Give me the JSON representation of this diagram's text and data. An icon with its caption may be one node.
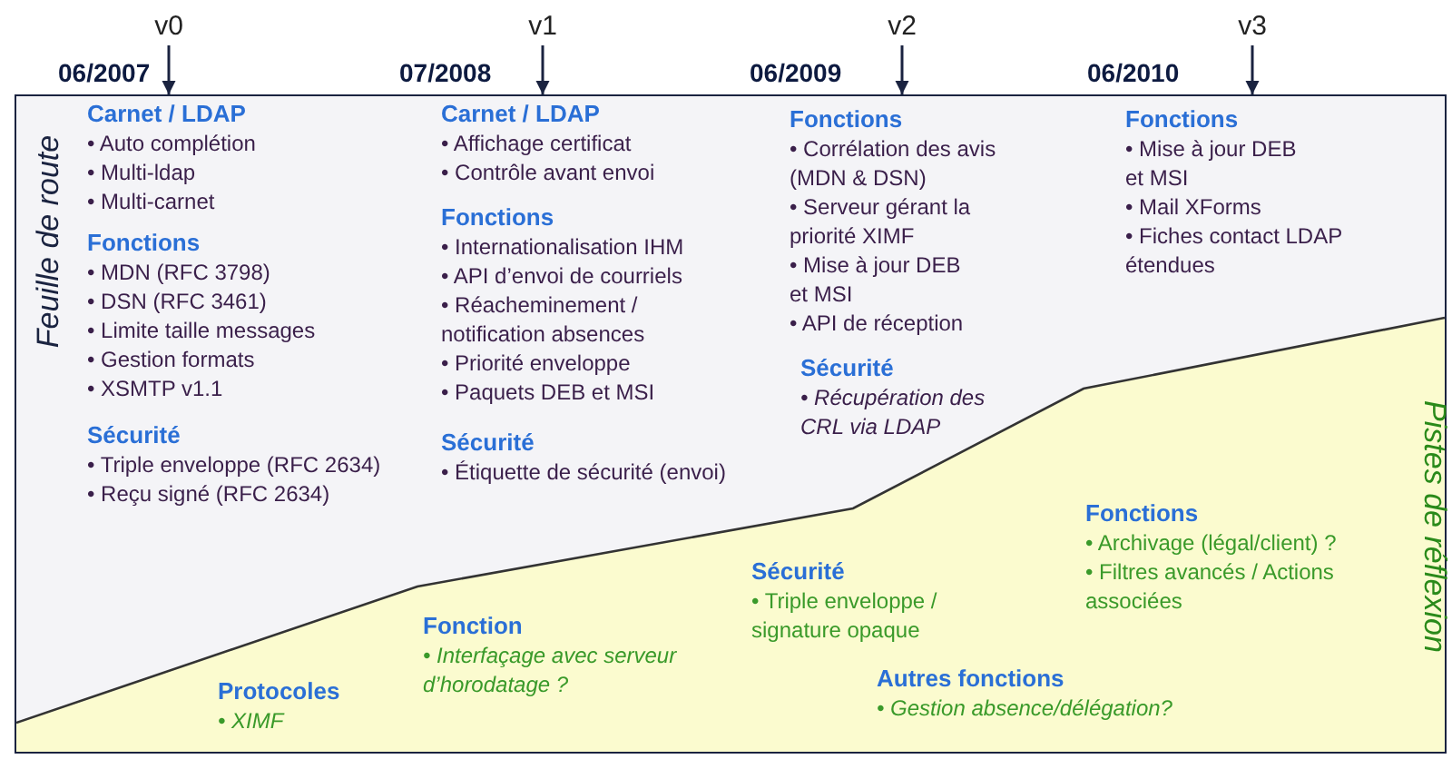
{
  "diagram": {
    "nodes": [
      {
        "text": [
          "Feuille de route"
        ]
      },
      {
        "text": [
          "Pistes de réflexion"
        ],
        "in": 0
      },
      {
        "text": [
          "v0"
        ]
      },
      {
        "text": [
          "v1"
        ]
      },
      {
        "text": [
          "v2"
        ]
      },
      {
        "text": [
          "v3"
        ]
      }
    ],
    "edges": [
      {
        "from": 2,
        "to": 0,
        "arrow": "to"
      },
      {
        "from": 3,
        "to": 0,
        "arrow": "to"
      },
      {
        "from": 4,
        "to": 0,
        "arrow": "to"
      },
      {
        "from": 5,
        "to": 0,
        "arrow": "to"
      }
    ],
    "labels": [
      "06/2007",
      "07/2008",
      "06/2009",
      "06/2010",
      "Carnet / LDAP",
      "• Auto complétion",
      "• Multi-ldap",
      "• Multi-carnet",
      "Fonctions",
      "• MDN (RFC 3798)",
      "• DSN (RFC 3461)",
      "• Limite taille messages",
      "• Gestion formats",
      "• XSMTP v1.1",
      "Sécurité",
      "• Triple enveloppe (RFC 2634)",
      "• Reçu signé (RFC 2634)",
      "Carnet / LDAP",
      "• Affichage certificat",
      "• Contrôle avant envoi",
      "Fonctions",
      "• Internationalisation IHM",
      "• API d’envoi de courriels",
      "• Réacheminement / notification absences",
      "• Priorité enveloppe",
      "• Paquets DEB et MSI",
      "Sécurité",
      "• Étiquette de sécurité (envoi)",
      "Fonctions",
      "• Corrélation des avis (MDN & DSN)",
      "• Serveur gérant la priorité XIMF",
      "• Mise à jour DEB et MSI",
      "• API de réception",
      "Sécurité",
      "• Récupération des CRL via LDAP",
      "Fonctions",
      "• Mise à jour DEB et MSI",
      "• Mail XForms",
      "• Fiches contact LDAP étendues",
      "Protocoles",
      "• XIMF",
      "Fonction",
      "• Interfaçage avec serveur d’horodatage ?",
      "Sécurité",
      "• Triple enveloppe / signature opaque",
      "Autres fonctions",
      "• Gestion absence/délégation?",
      "Fonctions",
      "• Archivage (légal/client) ?",
      "• Filtres avancés / Actions associées"
    ]
  }
}
